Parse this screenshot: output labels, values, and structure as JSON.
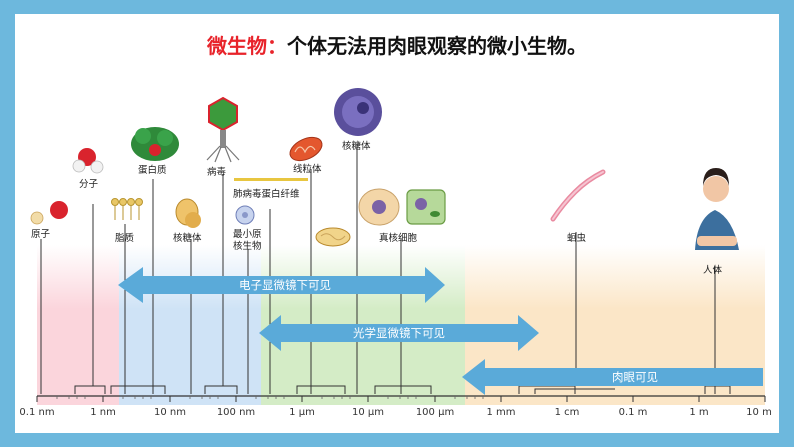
{
  "title": {
    "keyword": "微生物",
    "separator": "：",
    "text": "个体无法用肉眼观察的微小生物。"
  },
  "labels": {
    "atom": "原子",
    "molecule": "分子",
    "lipid": "脂质",
    "protein": "蛋白质",
    "ribosome": "核糖体",
    "virus": "病毒",
    "smallest_prokaryote_line1": "最小原",
    "smallest_prokaryote_line2": "核生物",
    "pneumovirus_fiber": "肺病毒蛋白纤维",
    "mitochondria": "线粒体",
    "nucleus": "核糖体",
    "eukaryote": "真核细胞",
    "worm": "蛔虫",
    "human": "人体"
  },
  "arrows": {
    "electron_microscope": "电子显微镜下可见",
    "light_microscope": "光学显微镜下可见",
    "naked_eye": "肉眼可见"
  },
  "scale_ticks": [
    "0.1 nm",
    "1 nm",
    "10 nm",
    "100 nm",
    "1 μm",
    "10 μm",
    "100 μm",
    "1 mm",
    "1 cm",
    "0.1 m",
    "1 m",
    "10 m"
  ],
  "colors": {
    "frame": "#6db8dd",
    "accent_red": "#e8232a",
    "arrow_blue": "#5aaad9",
    "band_pink": "#fbd5dc",
    "band_blue": "#cfe3f6",
    "band_green": "#d4ecc6",
    "band_orange": "#fbe6c7"
  }
}
